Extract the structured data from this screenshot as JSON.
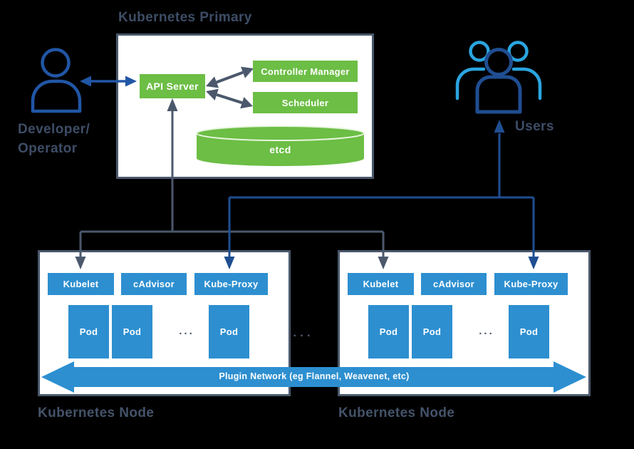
{
  "colors": {
    "green": "#6cbe45",
    "blue": "#2d8fd0",
    "light_blue": "#2aa5e0",
    "navy": "#1f4e91",
    "navy_icon": "#2156a5",
    "slate": "#4b586c",
    "text": "#3e4d66",
    "box_bg": "#ffffff",
    "background": "#000000"
  },
  "primary": {
    "title": "Kubernetes Primary",
    "api_server": "API Server",
    "controller_manager": "Controller Manager",
    "scheduler": "Scheduler",
    "etcd": "etcd"
  },
  "actors": {
    "developer": {
      "line1": "Developer/",
      "line2": "Operator"
    },
    "users": {
      "label": "Users"
    }
  },
  "nodes": [
    {
      "label": "Kubernetes Node",
      "components": [
        "Kubelet",
        "cAdvisor",
        "Kube-Proxy"
      ],
      "pods": [
        "Pod",
        "Pod",
        "Pod"
      ],
      "pods_ellipsis": "..."
    },
    {
      "label": "Kubernetes Node",
      "components": [
        "Kubelet",
        "cAdvisor",
        "Kube-Proxy"
      ],
      "pods": [
        "Pod",
        "Pod",
        "Pod"
      ],
      "pods_ellipsis": "..."
    }
  ],
  "between_nodes_ellipsis": "...",
  "plugin_network": {
    "label": "Plugin Network (eg Flannel, Weavenet, etc)"
  }
}
